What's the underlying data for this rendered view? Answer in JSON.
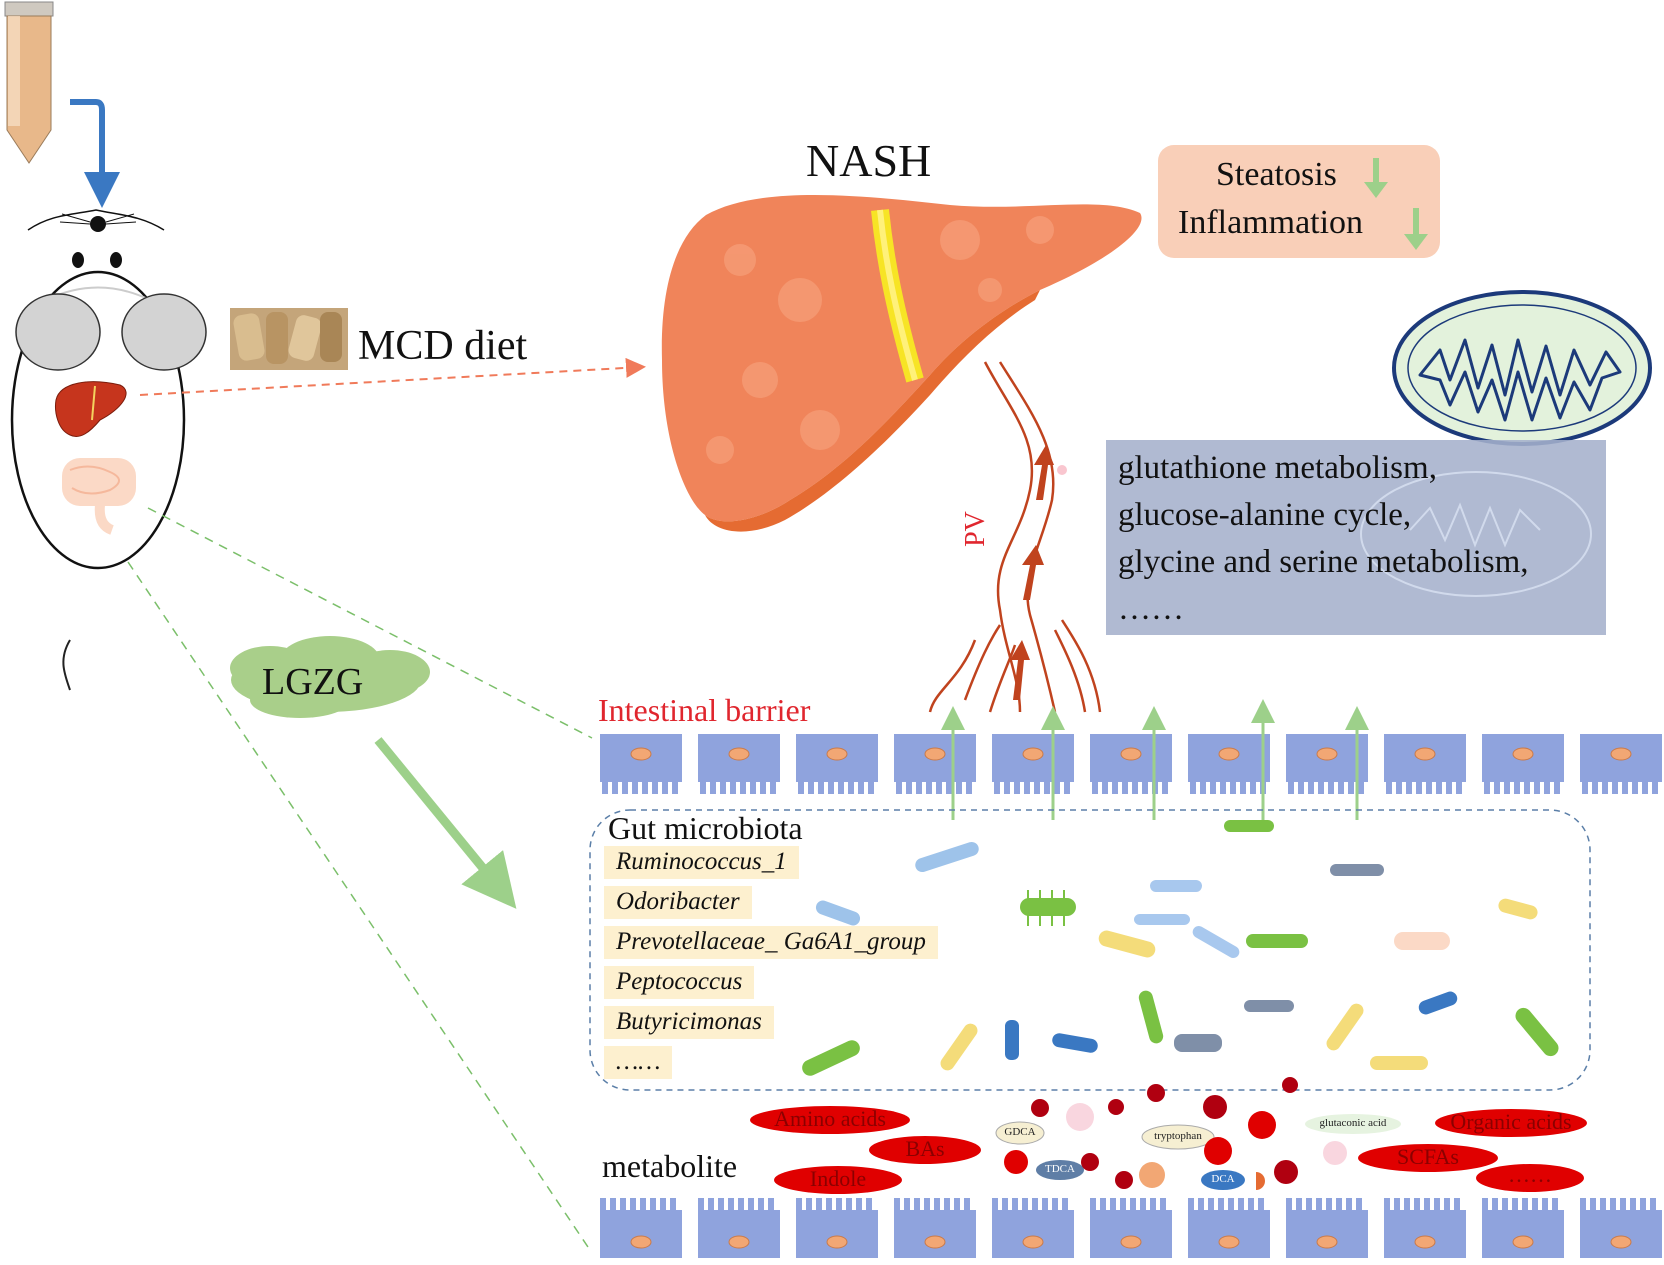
{
  "labels": {
    "title": "NASH",
    "diet": "MCD diet",
    "treatment": "LGZG",
    "barrier": "Intestinal barrier",
    "pv": "PV",
    "microbiota_title": "Gut microbiota",
    "metabolite_title": "metabolite"
  },
  "outcomes": [
    {
      "text": "Steatosis",
      "trend": "down"
    },
    {
      "text": "Inflammation",
      "trend": "down"
    }
  ],
  "pathways": [
    "glutathione metabolism,",
    "glucose-alanine cycle,",
    "glycine and serine metabolism,",
    "……"
  ],
  "bacteria": [
    "Ruminococcus_1",
    "Odoribacter",
    "Prevotellaceae_ Ga6A1_group",
    "Peptococcus",
    "Butyricimonas",
    "……"
  ],
  "metabolites": {
    "large": [
      "Amino acids",
      "BAs",
      "Indole",
      "Organic acids",
      "SCFAs",
      "……"
    ],
    "small": [
      "GDCA",
      "TDCA",
      "tryptophan",
      "DCA",
      "glutaconic acid"
    ]
  },
  "colors": {
    "liver": "#f0845a",
    "accent_red": "#e0262e",
    "arrow_green": "#9dd08a",
    "cell_blue": "#8fa3dd",
    "outcome_box": "#f9cfb8",
    "pathway_box": "#a5b1cc"
  },
  "icons": [
    "tube-icon",
    "mouse-icon",
    "food-pellets-icon",
    "liver-icon",
    "intestine-icon",
    "mitochondria-icon",
    "cloud-icon",
    "bacteria-icon",
    "down-arrow-icon"
  ]
}
